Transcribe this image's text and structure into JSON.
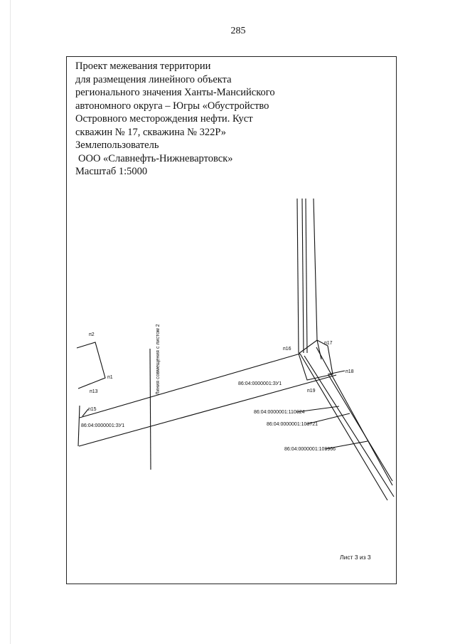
{
  "page": {
    "number": "285"
  },
  "title_block": {
    "lines": [
      "Проект межевания территории",
      "для размещения линейного объекта",
      "регионального значения Ханты-Мансийского",
      "автономного  округа – Югры  «Обустройство",
      "Островного месторождения нефти. Куст",
      "скважин № 17, скважина № 322Р»",
      "Землепользователь",
      " ООО «Славнефть-Нижневартовск»",
      "Масштаб 1:5000"
    ]
  },
  "map": {
    "points": {
      "n1": "п1",
      "n2": "п2",
      "n13": "п13",
      "n15": "п15",
      "n16": "п16",
      "n17": "п17",
      "n18": "п18",
      "n19": "п19"
    },
    "parcels": {
      "zu1_main": "86:04:0000001:ЗУ1",
      "zu1_left": "86:04:0000001:ЗУ1",
      "p110024": "86:04:0000001:110024",
      "p103721": "86:04:0000001:103721",
      "p109966": "86:04:0000001:109966"
    },
    "alignment_line_label": "Линия совмещения с листом 2",
    "line_color": "#111111"
  },
  "sheet": {
    "label": "Лист 3 из 3"
  }
}
